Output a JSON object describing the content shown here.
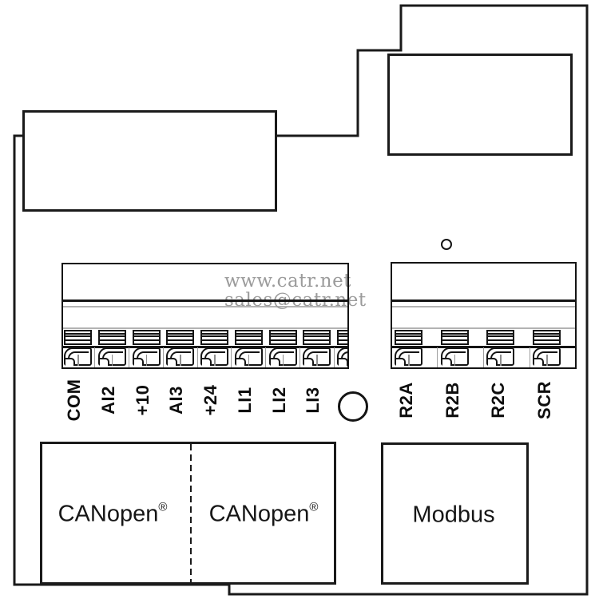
{
  "diagram_title": "drive-control-terminal-board",
  "watermark": {
    "line1": "www.catr.net",
    "line2": "sales@catr.net",
    "color": "#9b9b9b"
  },
  "terminal_strips": {
    "left": {
      "labels": [
        "COM",
        "AI2",
        "+10",
        "AI3",
        "+24",
        "LI1",
        "LI2",
        "LI3"
      ]
    },
    "right": {
      "labels": [
        "R2A",
        "R2B",
        "R2C",
        "SCR"
      ]
    }
  },
  "connectors": {
    "canopen_left": {
      "label": "CANopen",
      "registered_mark": "®"
    },
    "canopen_right": {
      "label": "CANopen",
      "registered_mark": "®"
    },
    "modbus": {
      "label": "Modbus"
    }
  },
  "colors": {
    "line": "#1a1a1a",
    "background": "#ffffff",
    "gray_detail": "#b3b3b3",
    "watermark": "#9b9b9b"
  }
}
